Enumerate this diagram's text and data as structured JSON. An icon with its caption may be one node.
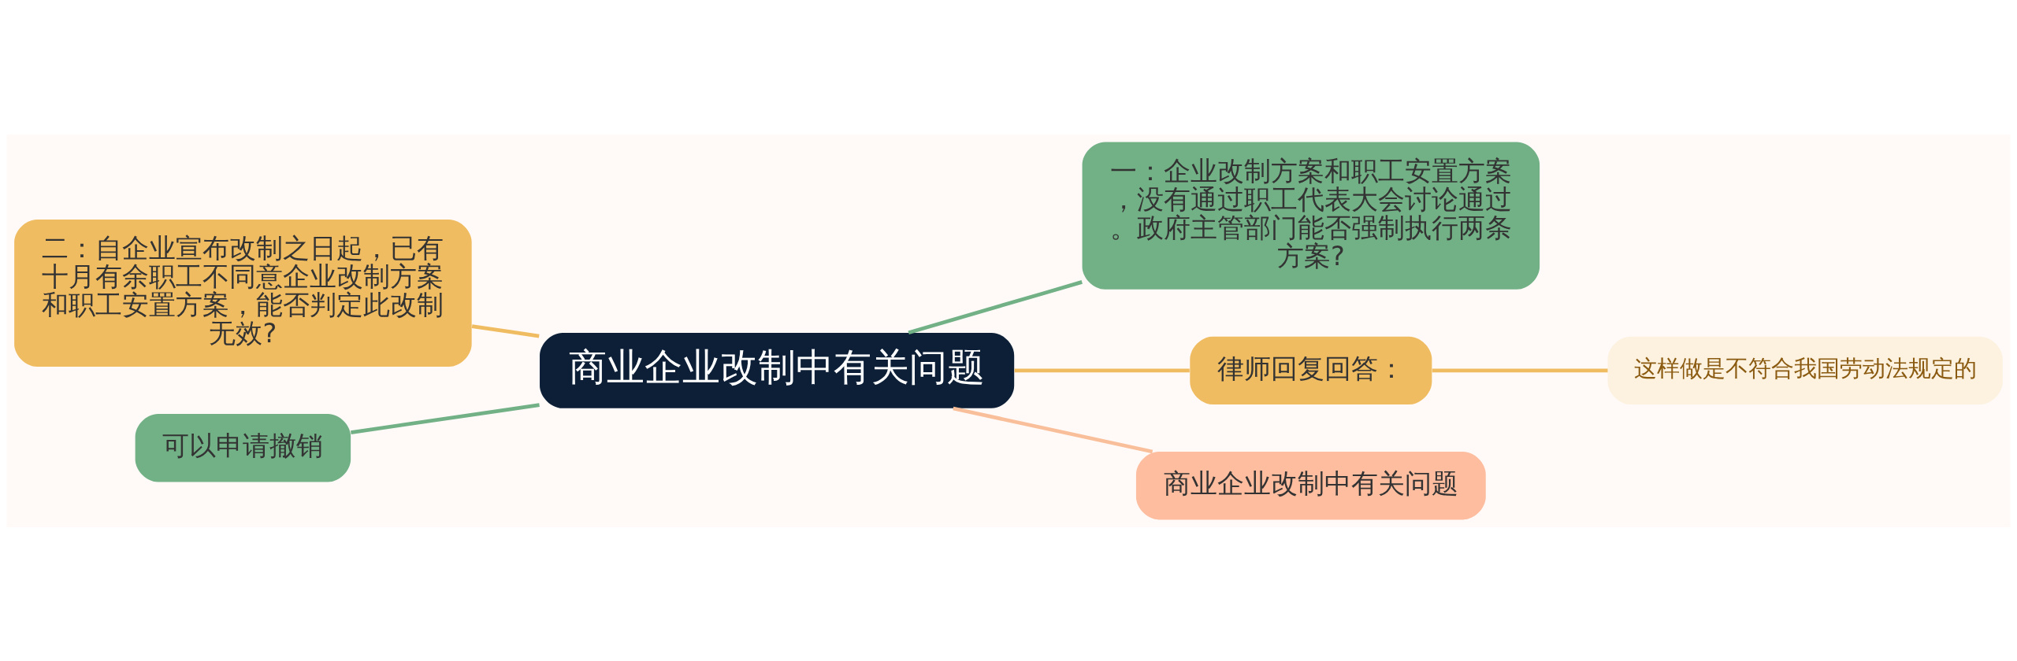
{
  "diagram": {
    "nodes": [
      {
        "text": [
          "商业企业改制中有关问题"
        ]
      },
      {
        "text": [
          "二：自企业宣布改制之日起，已有十月有余职工不同意企业改制方案和职工安置方案，能否判定此改制无效?"
        ]
      },
      {
        "text": [
          "可以申请撤销"
        ]
      },
      {
        "text": [
          "一：企业改制方案和职工安置方案，没有通过职工代表大会讨论通过。政府主管部门能否强制执行两条方案?"
        ]
      },
      {
        "text": [
          "律师回复回答："
        ]
      },
      {
        "text": [
          "这样做是不符合我国劳动法规定的"
        ]
      },
      {
        "text": [
          "商业企业改制中有关问题"
        ]
      }
    ],
    "edges": [
      {
        "from": 1,
        "to": 0,
        "arrow": "none",
        "color": "#f0bc62"
      },
      {
        "from": 2,
        "to": 0,
        "arrow": "none",
        "color": "#72b086"
      },
      {
        "from": 0,
        "to": 3,
        "arrow": "none",
        "color": "#72b086"
      },
      {
        "from": 0,
        "to": 4,
        "arrow": "none",
        "color": "#f0bc62"
      },
      {
        "from": 4,
        "to": 5,
        "arrow": "none",
        "color": "#f0bc62"
      },
      {
        "from": 0,
        "to": 6,
        "arrow": "none",
        "color": "#f9bf9a"
      }
    ]
  }
}
